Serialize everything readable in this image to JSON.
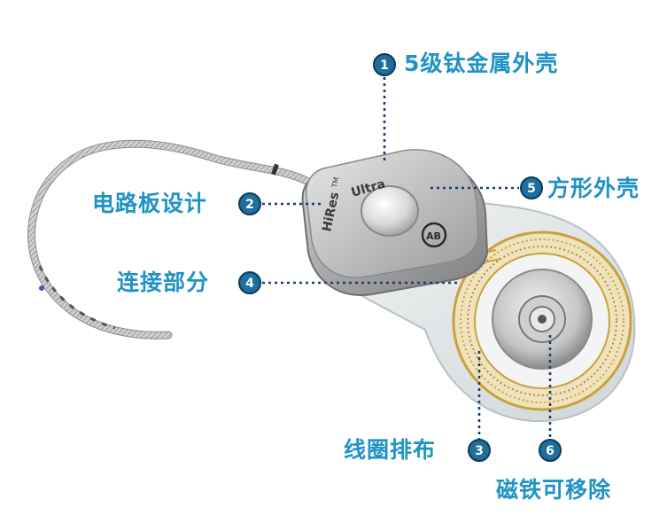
{
  "callouts": [
    {
      "num": "1",
      "label": "5级钛金属外壳"
    },
    {
      "num": "2",
      "label": "电路板设计"
    },
    {
      "num": "3",
      "label": "线圈排布"
    },
    {
      "num": "4",
      "label": "连接部分"
    },
    {
      "num": "5",
      "label": "方形外壳"
    },
    {
      "num": "6",
      "label": "磁铁可移除"
    }
  ],
  "device": {
    "brand_text": "HiRes",
    "tm_text": "TM",
    "model_text": "Ultra",
    "logo_text": "AB"
  },
  "colors": {
    "label": "#1f93c4",
    "badge_fill": "#1e6f9e",
    "leader": "#1b3f6b",
    "coil": "#c9a23c"
  }
}
